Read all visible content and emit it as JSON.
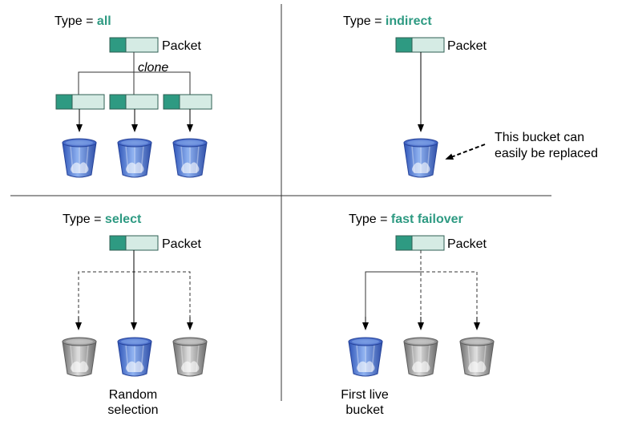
{
  "colors": {
    "accent": "#2e9a82",
    "packet_body": "#d5ebe4",
    "packet_border": "#2f5f53",
    "bucket_active": "#4a72d0",
    "bucket_inactive": "#8a8a8a"
  },
  "type_prefix": "Type = ",
  "packet_label": "Packet",
  "quadrants": {
    "all": {
      "type_value": "all",
      "clone_label": "clone"
    },
    "indirect": {
      "type_value": "indirect",
      "note_line1": "This bucket can",
      "note_line2": "easily be replaced"
    },
    "select": {
      "type_value": "select",
      "caption_line1": "Random",
      "caption_line2": "selection"
    },
    "fast_failover": {
      "type_value": "fast failover",
      "caption_line1": "First live",
      "caption_line2": "bucket"
    }
  }
}
